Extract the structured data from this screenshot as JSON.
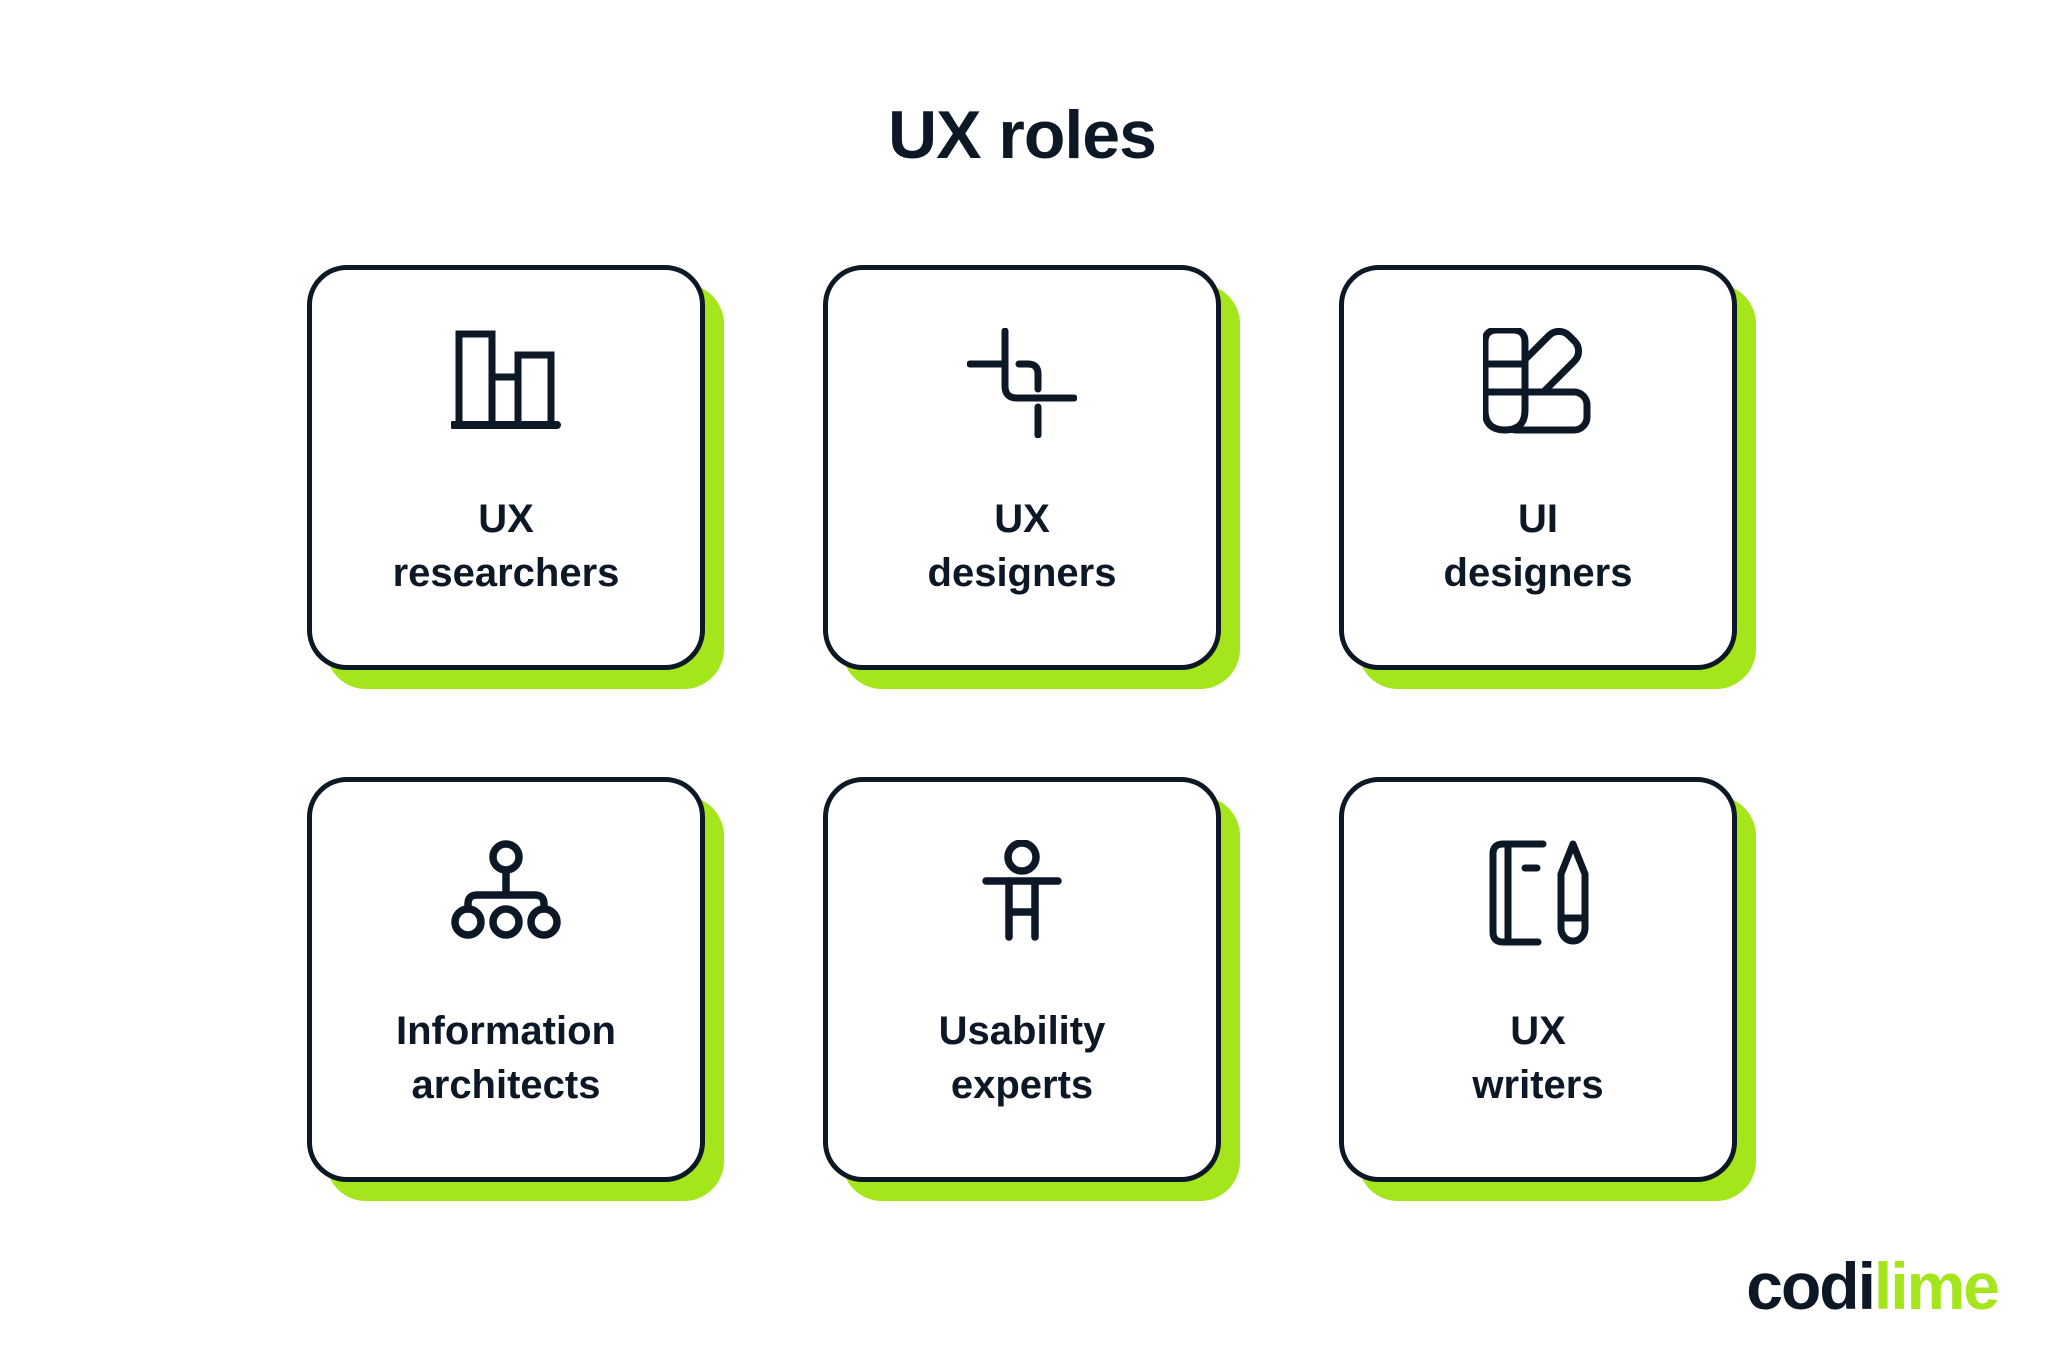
{
  "title": "UX roles",
  "cards": [
    {
      "line1": "UX",
      "line2": "researchers",
      "icon": "bar-chart-icon"
    },
    {
      "line1": "UX",
      "line2": "designers",
      "icon": "crop-icon"
    },
    {
      "line1": "UI",
      "line2": "designers",
      "icon": "color-swatch-icon"
    },
    {
      "line1": "Information",
      "line2": "architects",
      "icon": "sitemap-icon"
    },
    {
      "line1": "Usability",
      "line2": "experts",
      "icon": "person-icon"
    },
    {
      "line1": "UX",
      "line2": "writers",
      "icon": "notebook-pencil-icon"
    }
  ],
  "logo": {
    "part1": "codi",
    "part2": "lime"
  },
  "colors": {
    "navy": "#0d1826",
    "lime": "#a5e51c",
    "background": "#ffffff"
  }
}
